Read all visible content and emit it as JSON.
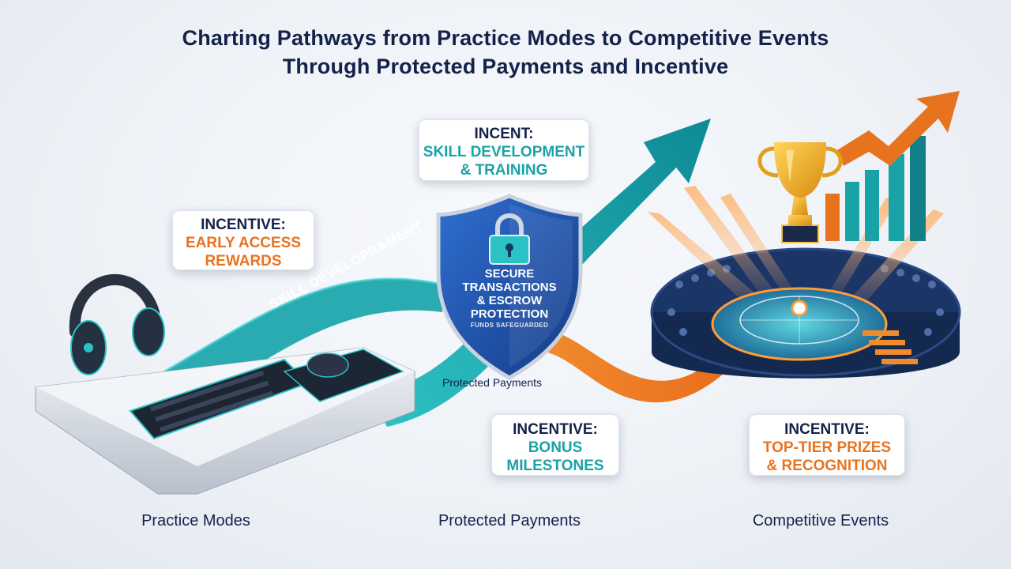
{
  "title": {
    "line1": "Charting Pathways from Practice Modes to Competitive Events",
    "line2": "Through Protected Payments and Incentive"
  },
  "cards": {
    "early_access": {
      "head": "INCENTIVE:",
      "sub1": "EARLY ACCESS",
      "sub2": "REWARDS"
    },
    "skill_training": {
      "head": "INCENT:",
      "sub1": "SKILL DEVELOPMENT",
      "sub2": "& TRAINING"
    },
    "bonus": {
      "head": "INCENTIVE:",
      "sub1": "BONUS",
      "sub2": "MILESTONES"
    },
    "top_tier": {
      "head": "INCENTIVE:",
      "sub1": "TOP-TIER PRIZES",
      "sub2": "& RECOGNITION"
    }
  },
  "pathway_label": "SKILL DEVELOPRAMENT",
  "shield": {
    "line1": "SECURE",
    "line2": "TRANSACTIONS",
    "line3": "& ESCROW",
    "line4": "PROTECTION",
    "small": "FUNDS SAFEGUARDED"
  },
  "protected_caption": "Protected Payments",
  "stages": {
    "practice": "Practice Modes",
    "payments": "Protected Payments",
    "events": "Competitive Events"
  },
  "icons": {
    "headset": "headset-icon",
    "keyboard": "keyboard-icon",
    "mouse": "mouse-icon",
    "shield": "shield-lock-icon",
    "trophy": "trophy-icon",
    "arena": "arena-icon"
  },
  "colors": {
    "navy": "#14224a",
    "teal": "#1aa3a6",
    "orange": "#e8731f",
    "shield_blue": "#1d4fa8"
  }
}
